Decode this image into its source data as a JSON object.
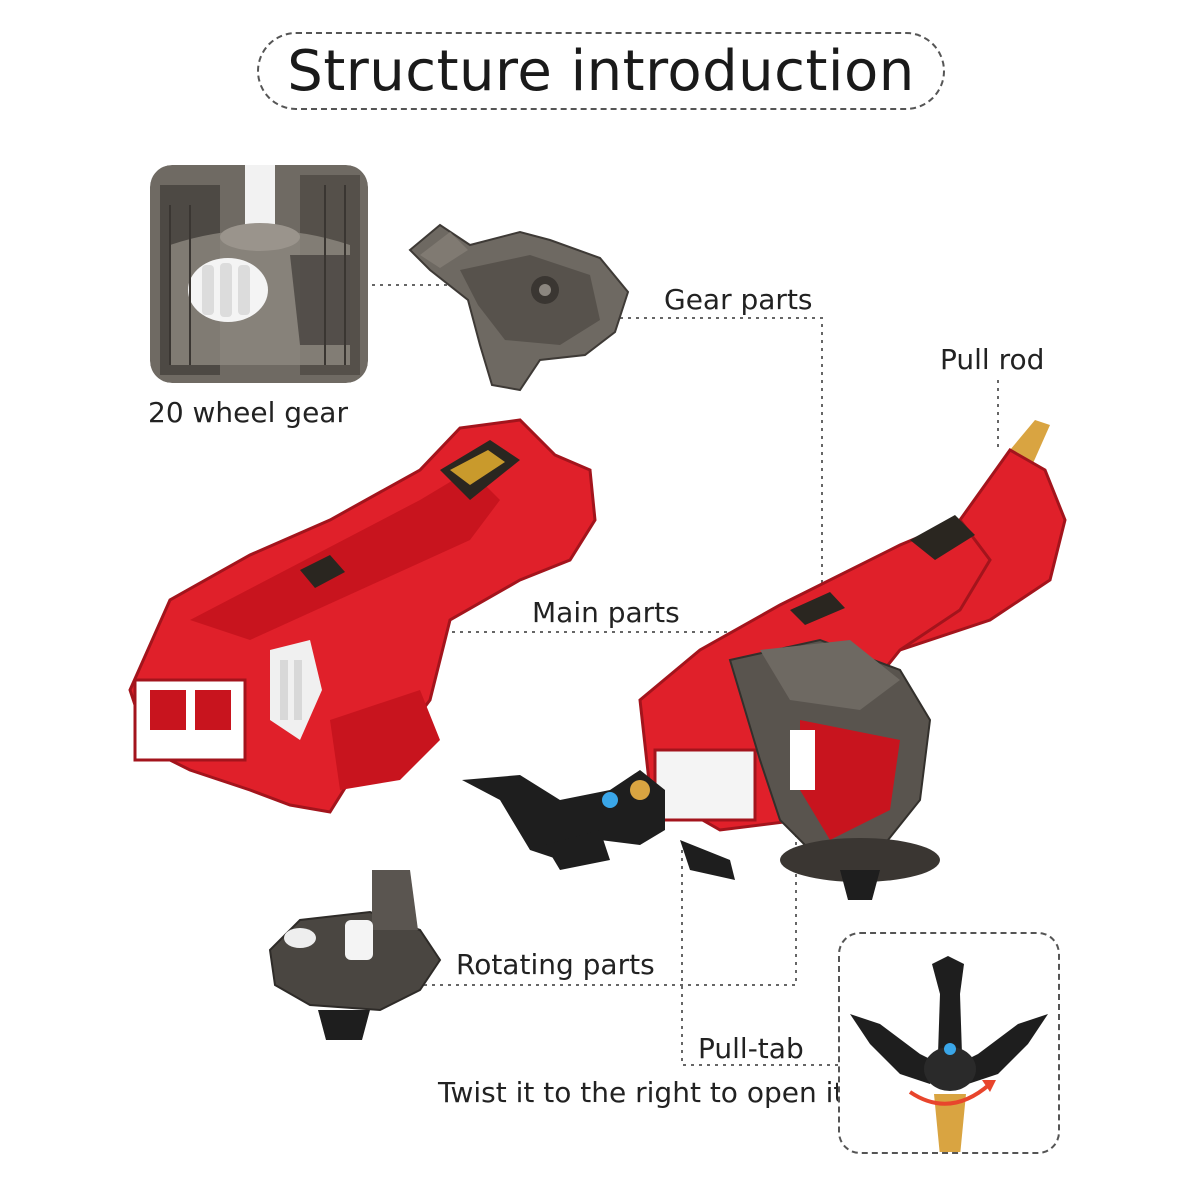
{
  "title": "Structure introduction",
  "labels": {
    "wheel_gear": "20 wheel gear",
    "gear_parts": "Gear parts",
    "pull_rod": "Pull rod",
    "main_parts": "Main parts",
    "rotating_parts": "Rotating parts",
    "pull_tab": "Pull-tab",
    "pull_tab_note": "Twist it to the right to open it"
  },
  "colors": {
    "launcher_red": "#e0202a",
    "dark_red": "#a3141c",
    "smoke_grey": "#5a5550",
    "black_part": "#1e1e1e",
    "gold_rod": "#d9a441",
    "leader_line": "#666666"
  }
}
